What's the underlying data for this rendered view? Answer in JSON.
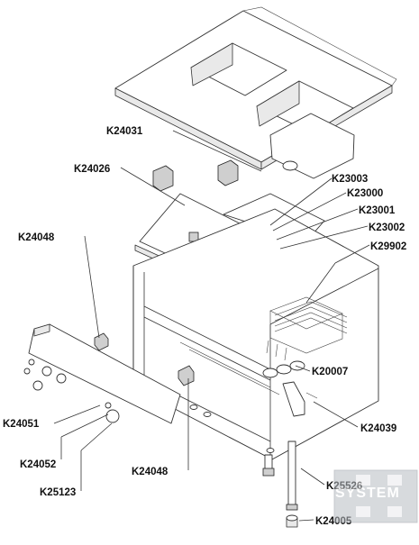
{
  "diagram": {
    "labels": [
      {
        "id": "K24031",
        "text": "K24031"
      },
      {
        "id": "K24026",
        "text": "K24026"
      },
      {
        "id": "K23003",
        "text": "K23003"
      },
      {
        "id": "K23000",
        "text": "K23000"
      },
      {
        "id": "K23001",
        "text": "K23001"
      },
      {
        "id": "K23002",
        "text": "K23002"
      },
      {
        "id": "K29902",
        "text": "K29902"
      },
      {
        "id": "K24048a",
        "text": "K24048"
      },
      {
        "id": "K20007",
        "text": "K20007"
      },
      {
        "id": "K24039",
        "text": "K24039"
      },
      {
        "id": "K24051",
        "text": "K24051"
      },
      {
        "id": "K24052",
        "text": "K24052"
      },
      {
        "id": "K25123",
        "text": "K25123"
      },
      {
        "id": "K24048b",
        "text": "K24048"
      },
      {
        "id": "K25526",
        "text": "K25526"
      },
      {
        "id": "K24005",
        "text": "K24005"
      }
    ]
  },
  "watermark": {
    "text": "SYSTEM"
  },
  "colors": {
    "line": "#333333",
    "panel": "#e9e9e9",
    "watermark": "#9aa0a6"
  }
}
